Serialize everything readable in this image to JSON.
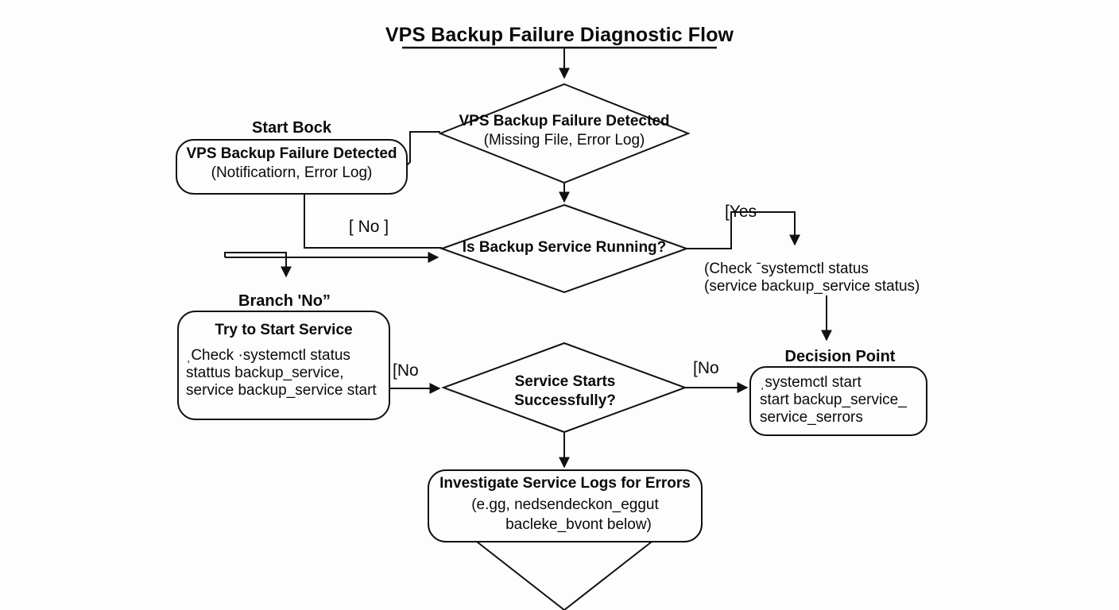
{
  "diagram": {
    "title": "VPS Backup Failure Diagnostic Flow",
    "background_color": "#fdfdfd",
    "stroke_color": "#111111",
    "text_color": "#0a0a0a"
  },
  "group_labels": {
    "start_block": "Start Bock",
    "branch_no": "Branch 'No”",
    "decision_point": "Decision Point"
  },
  "nodes": {
    "start_box": {
      "shape": "rounded-rect",
      "line1": "VPS Backup Failure Detected",
      "line2": "(Notificatiorn, Error Log)"
    },
    "top_diamond": {
      "shape": "diamond",
      "line1": "VPS Backup Failure Detected",
      "line2": "(Missing File, Error Log)"
    },
    "service_running_diamond": {
      "shape": "diamond",
      "line1": "Is Backup Service Running?"
    },
    "yes_detail": {
      "shape": "text",
      "line1": "(Check ˉsystemctl status",
      "line2": "(service backuıp_service status)"
    },
    "try_start_box": {
      "shape": "rounded-rect",
      "line1": "Try to Start Service",
      "line2": "ˌCheck ·systemctl status",
      "line3": "stattus backup_service,",
      "line4": "service backup_service start"
    },
    "service_starts_diamond": {
      "shape": "diamond",
      "line1": "Service Starts",
      "line2": "Successfully?"
    },
    "errors_box": {
      "shape": "rounded-rect",
      "line1": "ˌsystemctl start",
      "line2": "start backup_service_",
      "line3": "service_serrors"
    },
    "investigate_box": {
      "shape": "rounded-rect",
      "line1": "Investigate Service Logs for Errors",
      "line2": "(e.gg, nedsendeckon_eggut",
      "line3": "bacleke_bvont below)"
    },
    "bottom_diamond": {
      "shape": "diamond-partial",
      "line1": ""
    }
  },
  "edge_labels": {
    "no_top": "[ No ]",
    "yes_right": "[Yes",
    "no_mid": "[No",
    "no_right": "[No"
  }
}
